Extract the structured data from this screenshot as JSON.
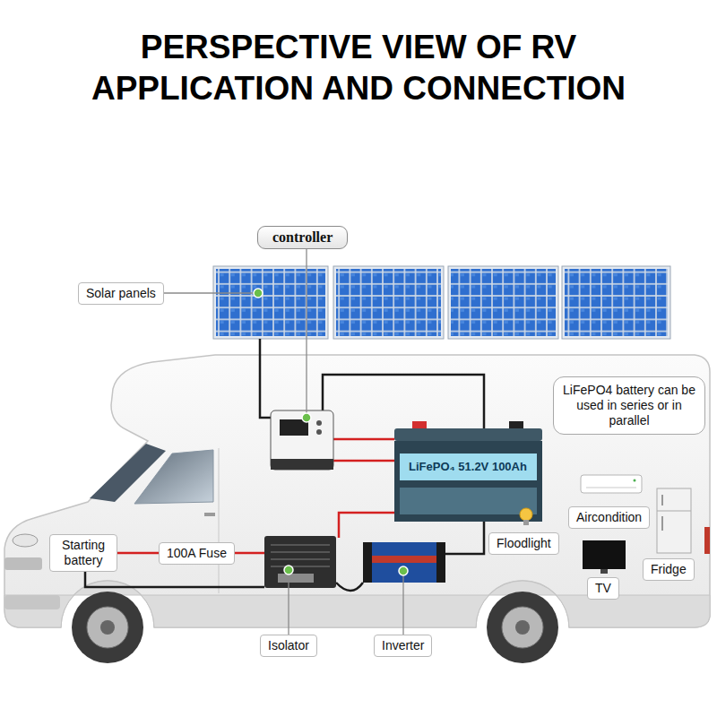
{
  "diagram": {
    "title": "PERSPECTIVE VIEW OF RV APPLICATION AND CONNECTION",
    "nodes": [
      {
        "text": [
          "controller"
        ]
      },
      {
        "text": [
          "Solar panels"
        ]
      },
      {
        "text": [
          "LiFePO4 battery can be used in series or in parallel"
        ]
      },
      {
        "text": [
          "Aircondition"
        ]
      },
      {
        "text": [
          "Floodlight"
        ]
      },
      {
        "text": [
          "Starting battery"
        ]
      },
      {
        "text": [
          "100A Fuse"
        ]
      },
      {
        "text": [
          "Fridge"
        ]
      },
      {
        "text": [
          "TV"
        ]
      },
      {
        "text": [
          "Isolator"
        ]
      },
      {
        "text": [
          "Inverter"
        ]
      }
    ],
    "labels": [
      "LiFePO₄ 51.2V 100Ah"
    ]
  }
}
